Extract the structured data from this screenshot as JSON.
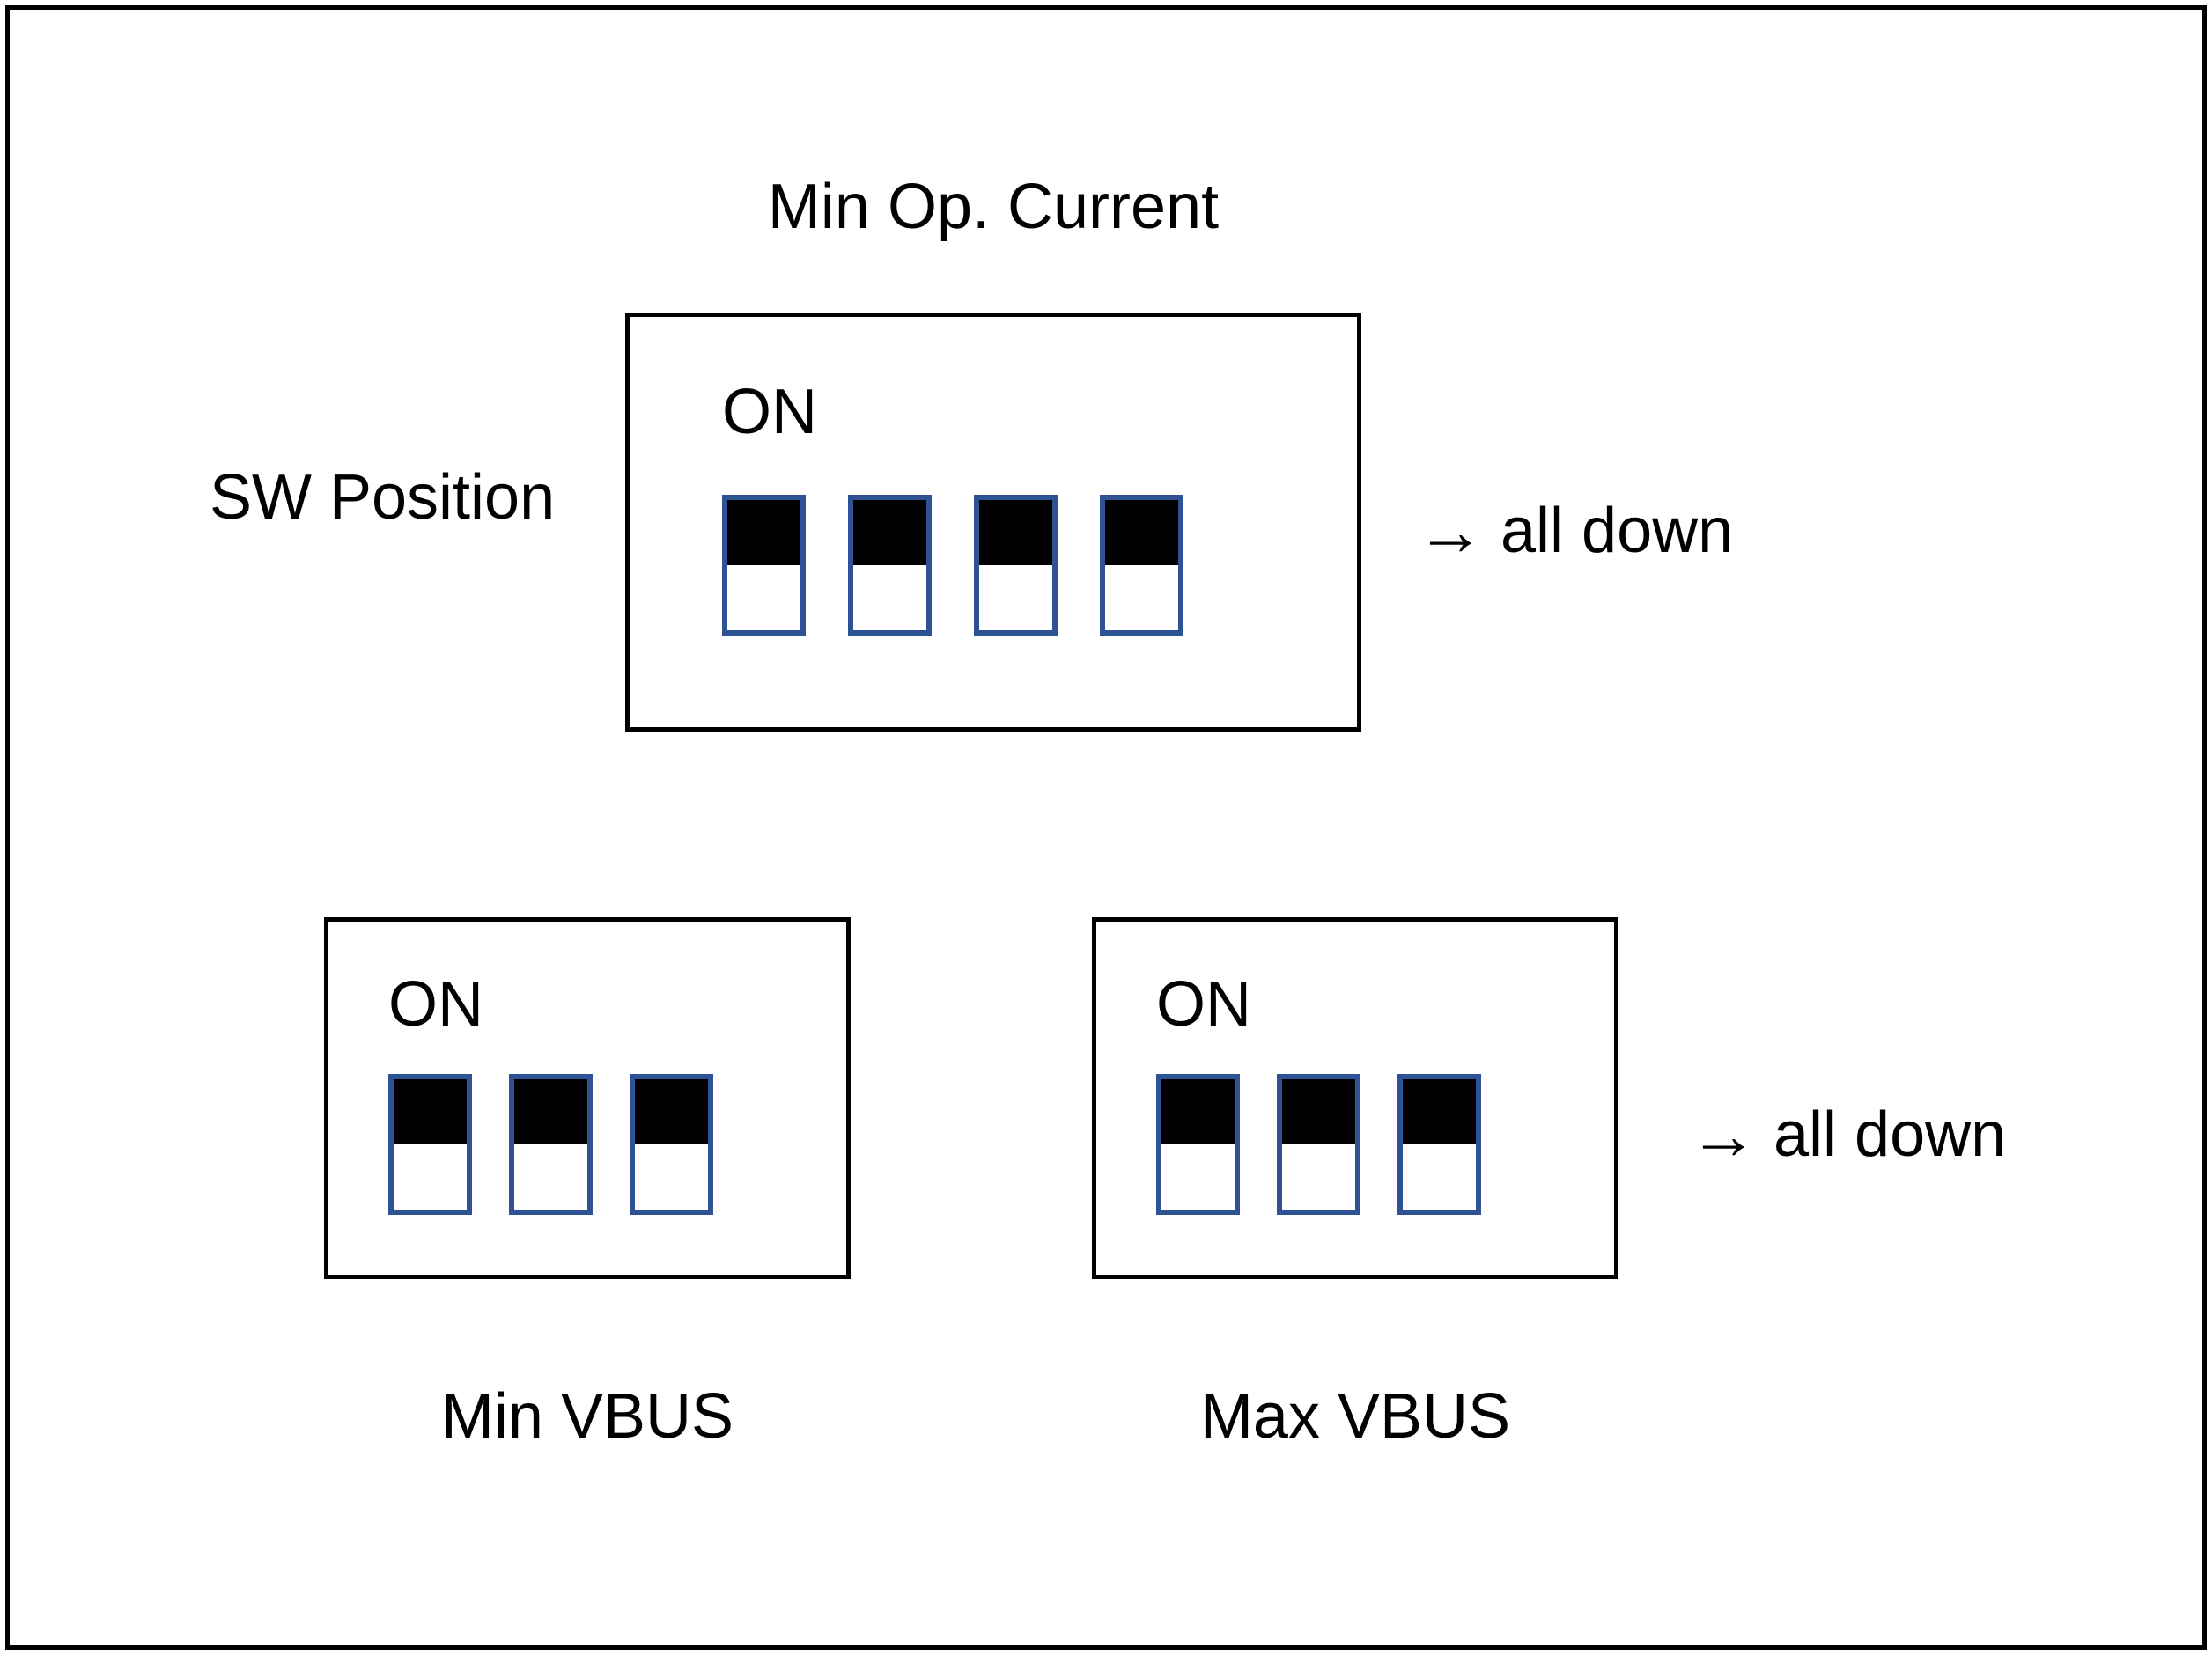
{
  "figure": {
    "title": "Min Op. Current",
    "row_label": "SW Position"
  },
  "icons": {
    "arrow_right": "→"
  },
  "blocks": [
    {
      "id": "min-op-current",
      "on_label": "ON",
      "switch_count": 4,
      "switch_state": "down",
      "annotation": "all down",
      "caption_above": "Min Op. Current",
      "caption_below": ""
    },
    {
      "id": "min-vbus",
      "on_label": "ON",
      "switch_count": 3,
      "switch_state": "down",
      "annotation": "",
      "caption_above": "",
      "caption_below": "Min VBUS"
    },
    {
      "id": "max-vbus",
      "on_label": "ON",
      "switch_count": 3,
      "switch_state": "down",
      "annotation": "all down",
      "caption_above": "",
      "caption_below": "Max VBUS"
    }
  ],
  "annotations": {
    "top": "all down",
    "bottom": "all down"
  },
  "colors": {
    "switch_border": "#2E5395",
    "switch_lever": "#000000",
    "switch_slot": "#FFFFFF",
    "block_border": "#000000",
    "text": "#000000",
    "background": "#FFFFFF"
  }
}
